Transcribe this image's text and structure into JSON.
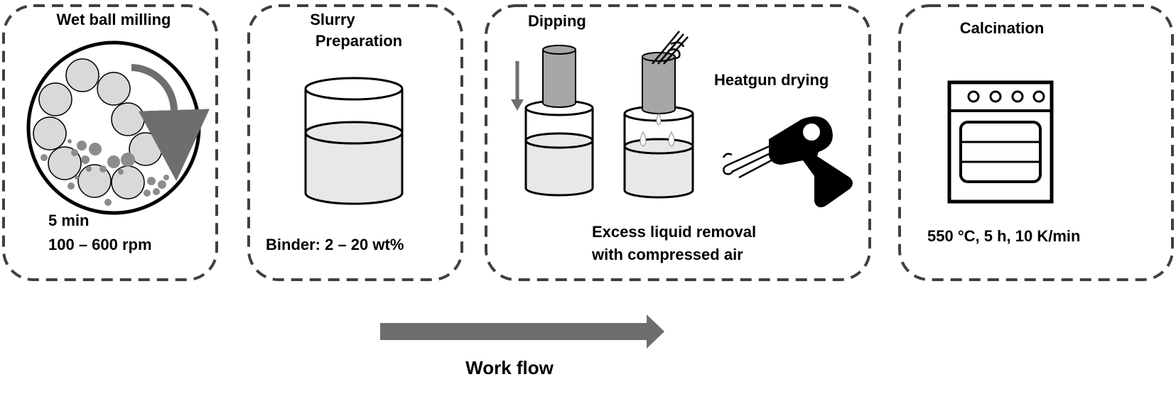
{
  "steps": {
    "ball_milling": {
      "title": "Wet ball milling",
      "time": "5 min",
      "speed": "100 – 600 rpm"
    },
    "slurry": {
      "title_line1": "Slurry",
      "title_line2": "Preparation",
      "binder": "Binder: 2 – 20 wt%"
    },
    "dipping": {
      "title": "Dipping",
      "heatgun": "Heatgun drying",
      "removal_line1": "Excess liquid removal",
      "removal_line2": "with compressed air"
    },
    "calcination": {
      "title": "Calcination",
      "conditions": "550 °C, 5 h, 10 K/min"
    }
  },
  "workflow": {
    "label": "Work flow"
  },
  "colors": {
    "liquid": "#e8e8e8",
    "rod": "#a6a6a6",
    "arrow": "#6e6e6e",
    "ball": "#d9d9d9",
    "small_ball": "#8c8c8c",
    "outline": "#000000",
    "panel_border": "#404040"
  },
  "icons": [
    "ball-mill-icon",
    "beaker-icon",
    "dipping-rod-icon",
    "compressed-air-icon",
    "heatgun-icon",
    "oven-icon",
    "workflow-arrow-icon"
  ]
}
